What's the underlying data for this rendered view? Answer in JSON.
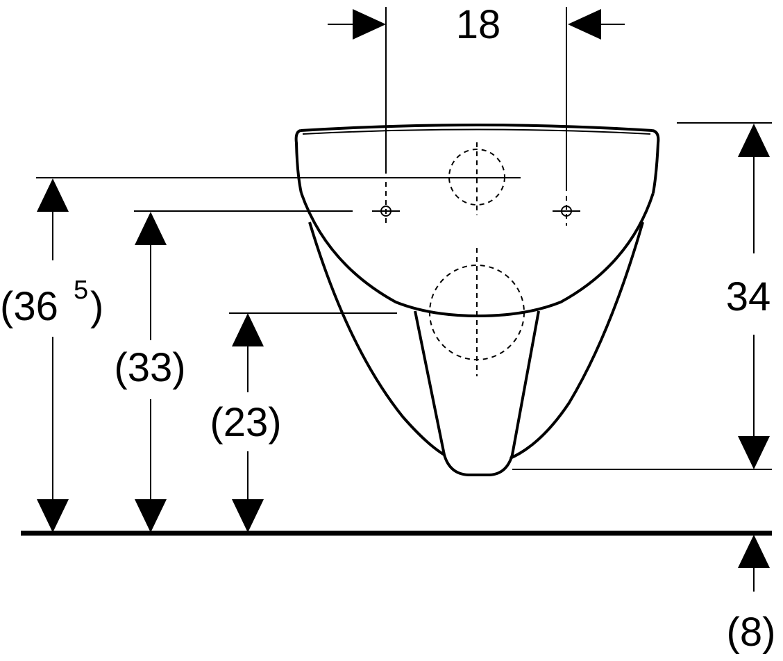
{
  "dimensions": {
    "top_width": "18",
    "right_height": "34",
    "left_outer_main": "(36",
    "left_outer_sup": "5",
    "left_outer_close": ")",
    "left_middle": "(33)",
    "left_inner": "(23)",
    "bottom_right": "(8)"
  },
  "colors": {
    "line": "#000000",
    "background": "#ffffff"
  }
}
